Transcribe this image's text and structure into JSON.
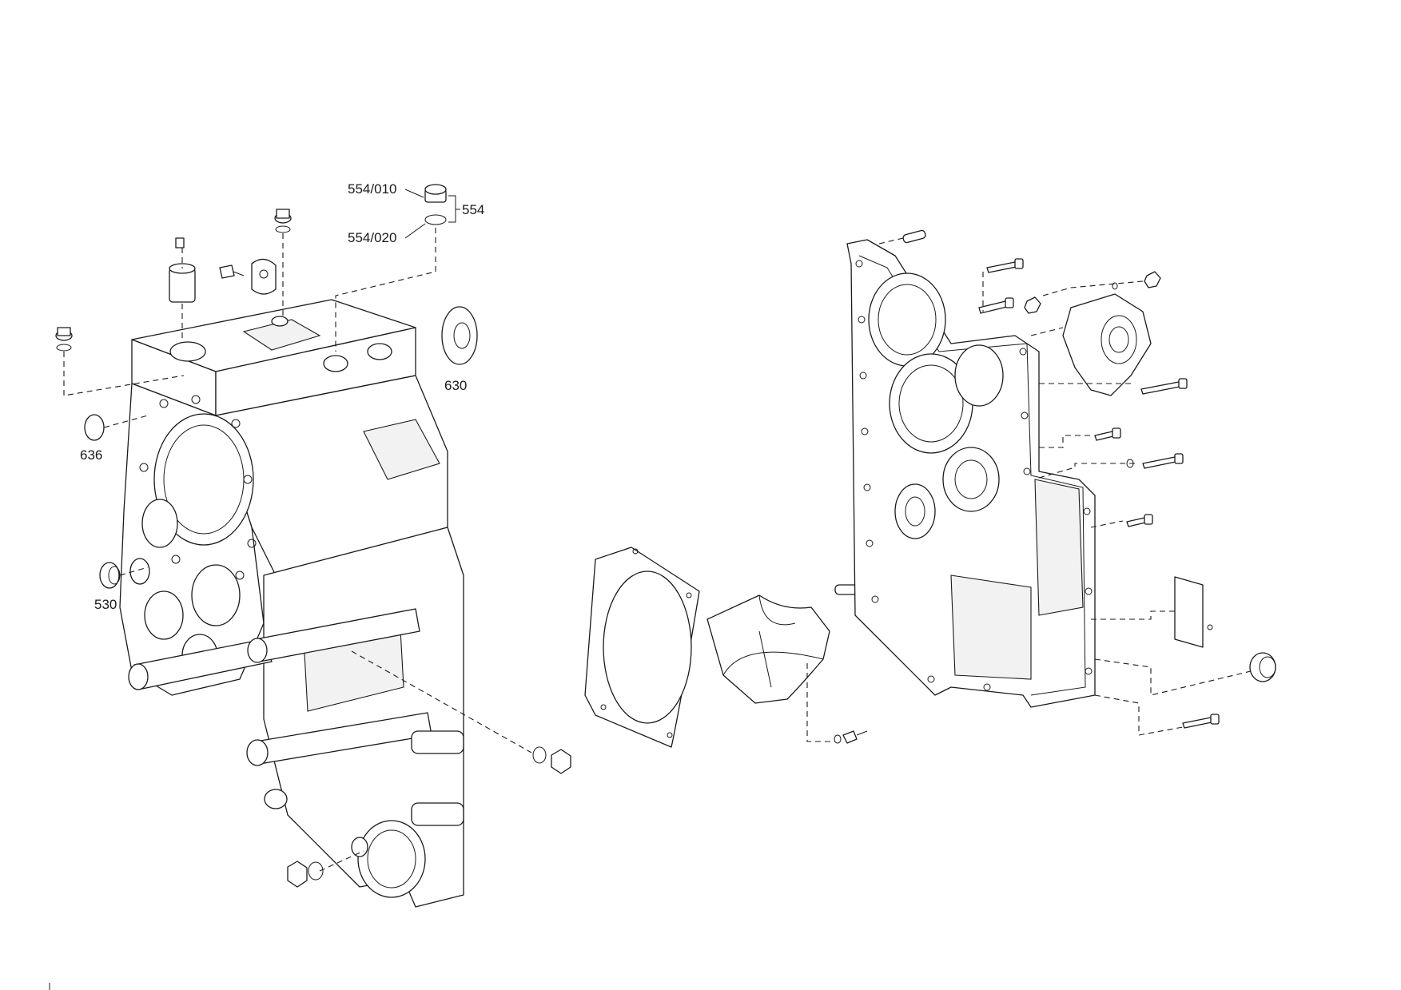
{
  "labels": {
    "p554_010": "554/010",
    "p554": "554",
    "p554_020": "554/020",
    "p630": "630",
    "p636": "636",
    "p530": "530"
  }
}
